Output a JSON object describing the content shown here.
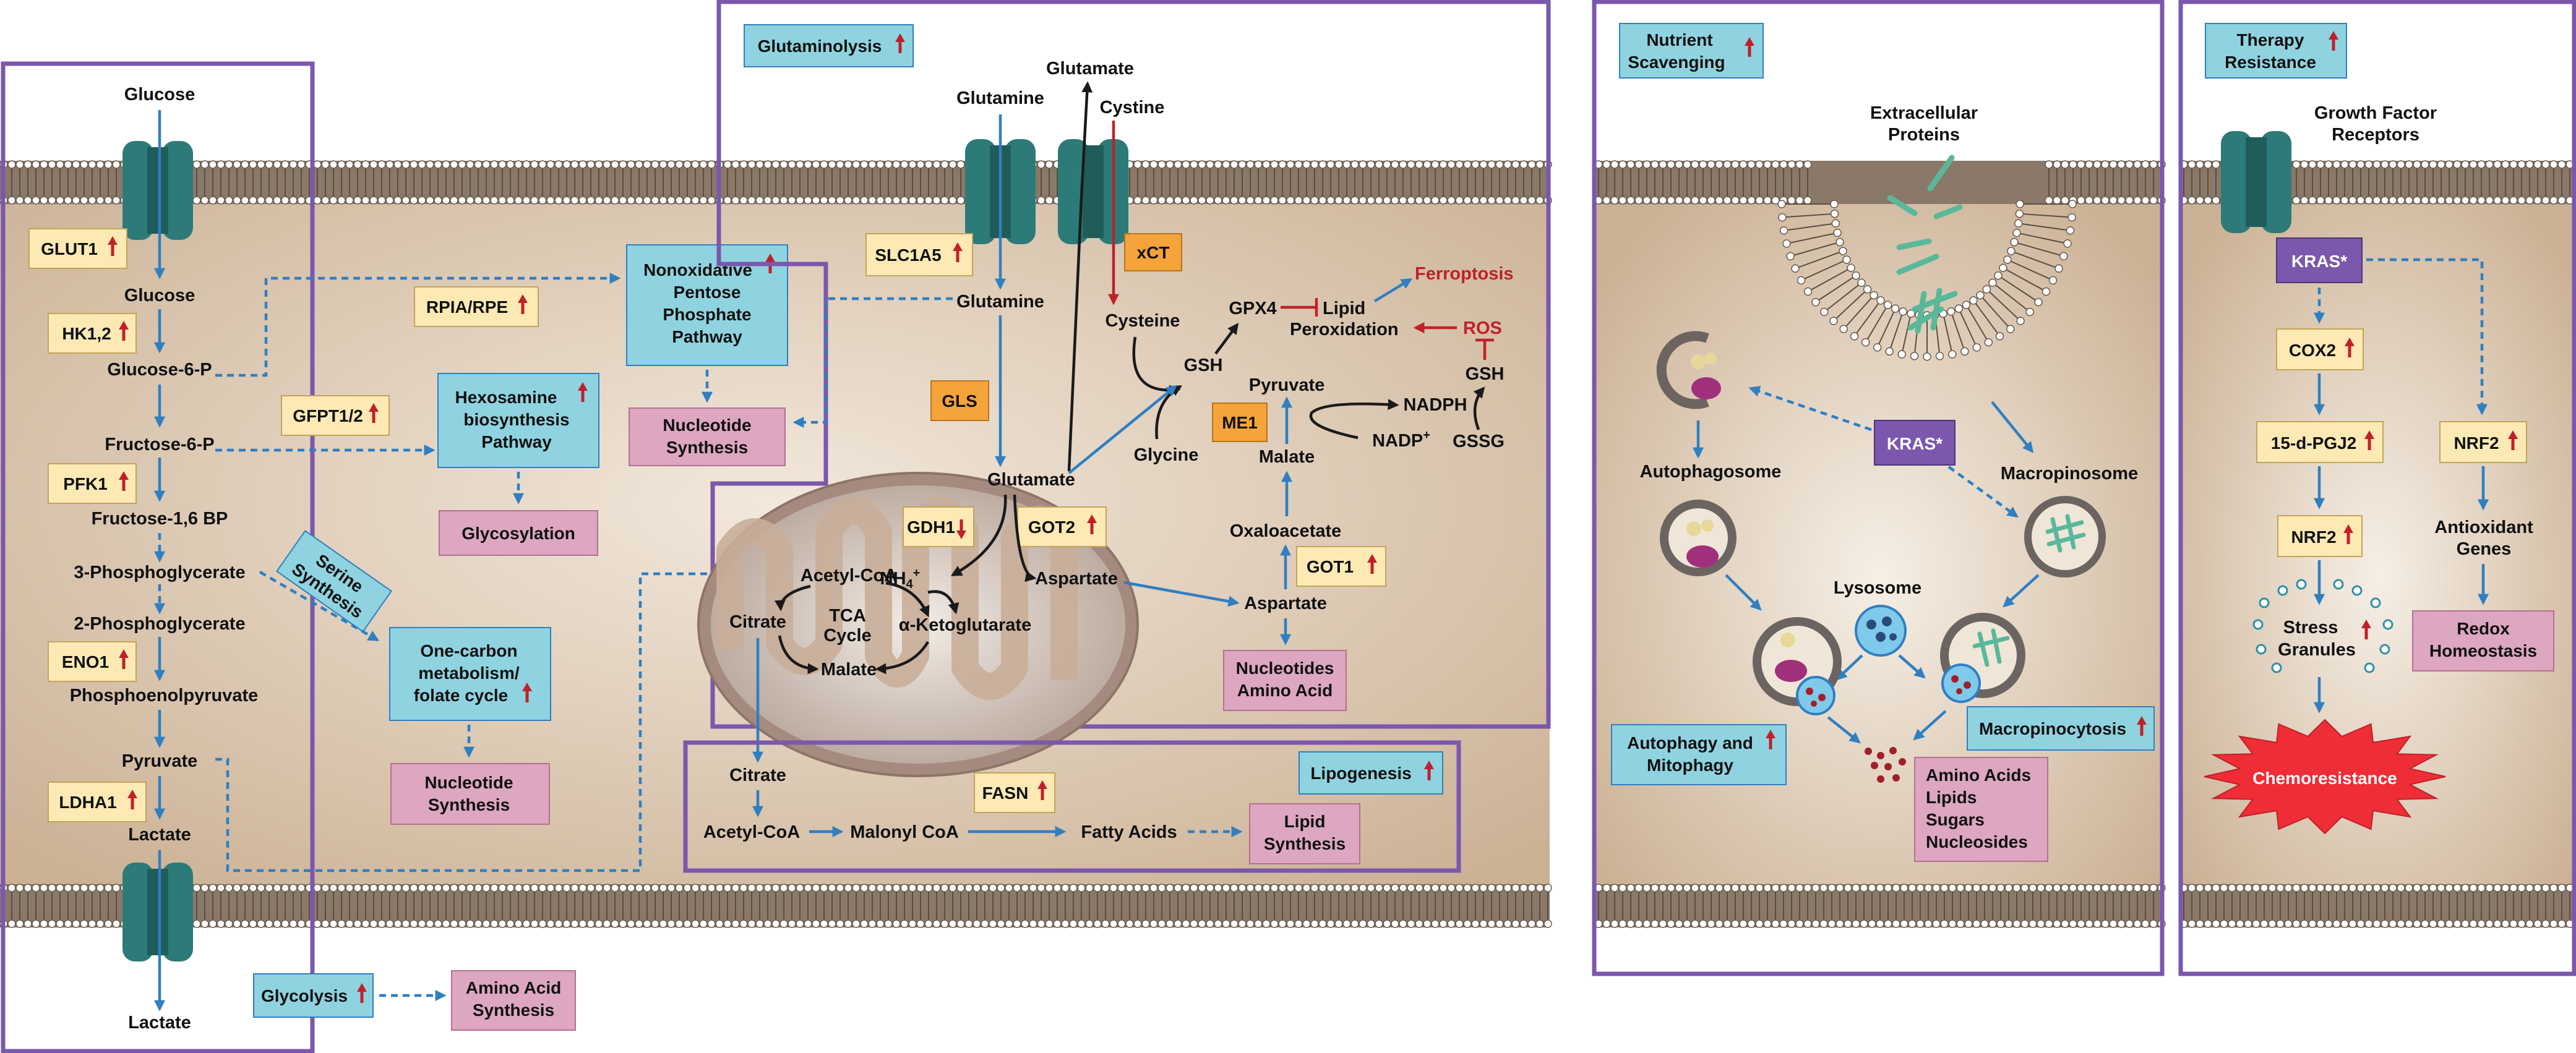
{
  "colors": {
    "panel_border": "#7b57ad",
    "cytoplasm": "#ddc8b0",
    "membrane_head": "#ffffff",
    "membrane_tail": "#7a6a5b",
    "teal_box": "#8fd3e0",
    "yellow_box": "#fde9b4",
    "orange_box": "#f5a33b",
    "pink_box": "#dda6c1",
    "purple_box": "#7b57ad",
    "arrow_blue": "#2f7fc1",
    "up_red": "#c0202a",
    "chemo_red": "#ee2d36",
    "transporter": "#2c7b78"
  },
  "glycolysis": {
    "glucose_out": "Glucose",
    "glucose_in": "Glucose",
    "g6p": "Glucose-6-P",
    "f6p": "Fructose-6-P",
    "f16bp": "Fructose-1,6 BP",
    "pg3": "3-Phosphoglycerate",
    "pg2": "2-Phosphoglycerate",
    "pep": "Phosphoenolpyruvate",
    "pyruvate": "Pyruvate",
    "lactate_in": "Lactate",
    "lactate_out": "Lactate",
    "glut1": "GLUT1",
    "hk12": "HK1,2",
    "pfk1": "PFK1",
    "eno1": "ENO1",
    "ldha1": "LDHA1",
    "label": "Glycolysis",
    "amino_acid_synthesis": [
      "Amino Acid",
      "Synthesis"
    ]
  },
  "ppp": {
    "rpia": "RPIA/RPE",
    "gfpt": "GFPT1/2",
    "nonox": [
      "Nonoxidative",
      "Pentose",
      "Phosphate",
      "Pathway"
    ],
    "hexosamine": [
      "Hexosamine",
      "biosynthesis",
      "Pathway"
    ],
    "glycosylation": "Glycosylation",
    "nucleotide_synth_1": [
      "Nucleotide",
      "Synthesis"
    ],
    "serine": [
      "Serine",
      "Synthesis"
    ],
    "onecarbon": [
      "One-carbon",
      "metabolism/",
      "folate cycle"
    ],
    "nucleotide_synth_2": [
      "Nucleotide",
      "Synthesis"
    ]
  },
  "glutaminolysis": {
    "label": "Glutaminolysis",
    "glutamine_out": "Glutamine",
    "glutamate_out": "Glutamate",
    "cystine": "Cystine",
    "slc1a5": "SLC1A5",
    "xct": "xCT",
    "glutamine_in": "Glutamine",
    "gls": "GLS",
    "glutamate_in": "Glutamate",
    "cysteine": "Cysteine",
    "glycine": "Glycine",
    "gsh1": "GSH",
    "gpx4": "GPX4",
    "lipid_perox": [
      "Lipid",
      "Peroxidation"
    ],
    "ferroptosis": "Ferroptosis",
    "ros": "ROS",
    "gsh2": "GSH",
    "gssg": "GSSG",
    "nadph": "NADPH",
    "nadp": "NADP",
    "me1": "ME1",
    "pyruvate": "Pyruvate",
    "malate": "Malate",
    "oxaloacetate": "Oxaloacetate",
    "got1": "GOT1",
    "aspartate_cyt": "Aspartate",
    "nucleotides_aa": [
      "Nucleotides",
      "Amino Acid"
    ]
  },
  "mito": {
    "gdh1": "GDH1",
    "got2": "GOT2",
    "nh4": "NH",
    "aspartate": "Aspartate",
    "acetylcoa": "Acetyl-CoA",
    "citrate": "Citrate",
    "tca": [
      "TCA",
      "Cycle"
    ],
    "akg": "α-Ketoglutarate",
    "malate": "Malate"
  },
  "lipogenesis": {
    "label": "Lipogenesis",
    "citrate": "Citrate",
    "acetylcoa": "Acetyl-CoA",
    "malonyl": "Malonyl CoA",
    "fasn": "FASN",
    "fatty_acids": "Fatty Acids",
    "lipid_synthesis": [
      "Lipid",
      "Synthesis"
    ]
  },
  "scavenging": {
    "label": [
      "Nutrient",
      "Scavenging"
    ],
    "extracellular": [
      "Extracellular",
      "Proteins"
    ],
    "kras": "KRAS*",
    "autophagosome": "Autophagosome",
    "macropinosome": "Macropinosome",
    "lysosome": "Lysosome",
    "autophagy": [
      "Autophagy and",
      "Mitophagy"
    ],
    "macropinocytosis": "Macropinocytosis",
    "outputs": [
      "Amino Acids",
      "Lipids",
      "Sugars",
      "Nucleosides"
    ]
  },
  "therapy": {
    "label": [
      "Therapy",
      "Resistance"
    ],
    "gfr": [
      "Growth Factor",
      "Receptors"
    ],
    "kras": "KRAS*",
    "cox2": "COX2",
    "pgj2": "15-d-PGJ2",
    "nrf2_a": "NRF2",
    "nrf2_b": "NRF2",
    "antioxidant": [
      "Antioxidant",
      "Genes"
    ],
    "stress": [
      "Stress",
      "Granules"
    ],
    "redox": [
      "Redox",
      "Homeostasis"
    ],
    "chemo": "Chemoresistance"
  }
}
